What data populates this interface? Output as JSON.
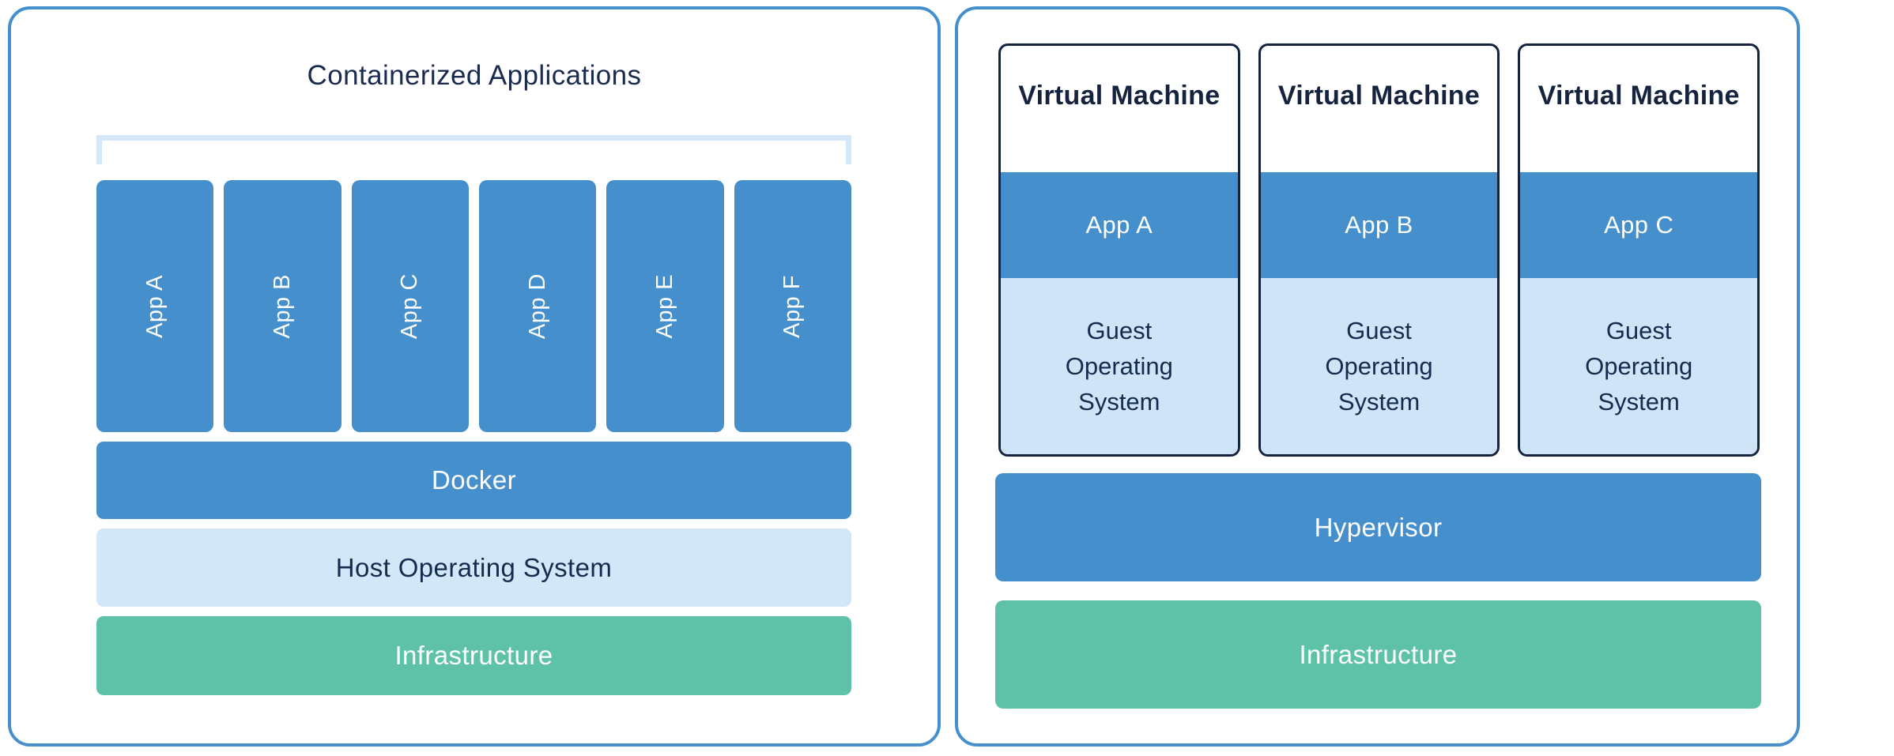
{
  "colors": {
    "panel_border": "#4590cc",
    "primary_blue": "#4590cc",
    "light_blue": "#d2e7f8",
    "bracket_blue": "#d5e7f8",
    "green": "#5ec2a9",
    "navy_text": "#1b2b4d",
    "vm_border": "#15233f",
    "white_text": "#ffffff"
  },
  "left_panel": {
    "title": "Containerized Applications",
    "apps": [
      "App A",
      "App B",
      "App C",
      "App D",
      "App E",
      "App F"
    ],
    "layers": {
      "docker": "Docker",
      "host_os": "Host Operating System",
      "infrastructure": "Infrastructure"
    }
  },
  "right_panel": {
    "vms": [
      {
        "title": "Virtual Machine",
        "app": "App A",
        "os": "Guest Operating System"
      },
      {
        "title": "Virtual Machine",
        "app": "App B",
        "os": "Guest Operating System"
      },
      {
        "title": "Virtual Machine",
        "app": "App C",
        "os": "Guest Operating System"
      }
    ],
    "layers": {
      "hypervisor": "Hypervisor",
      "infrastructure": "Infrastructure"
    }
  }
}
